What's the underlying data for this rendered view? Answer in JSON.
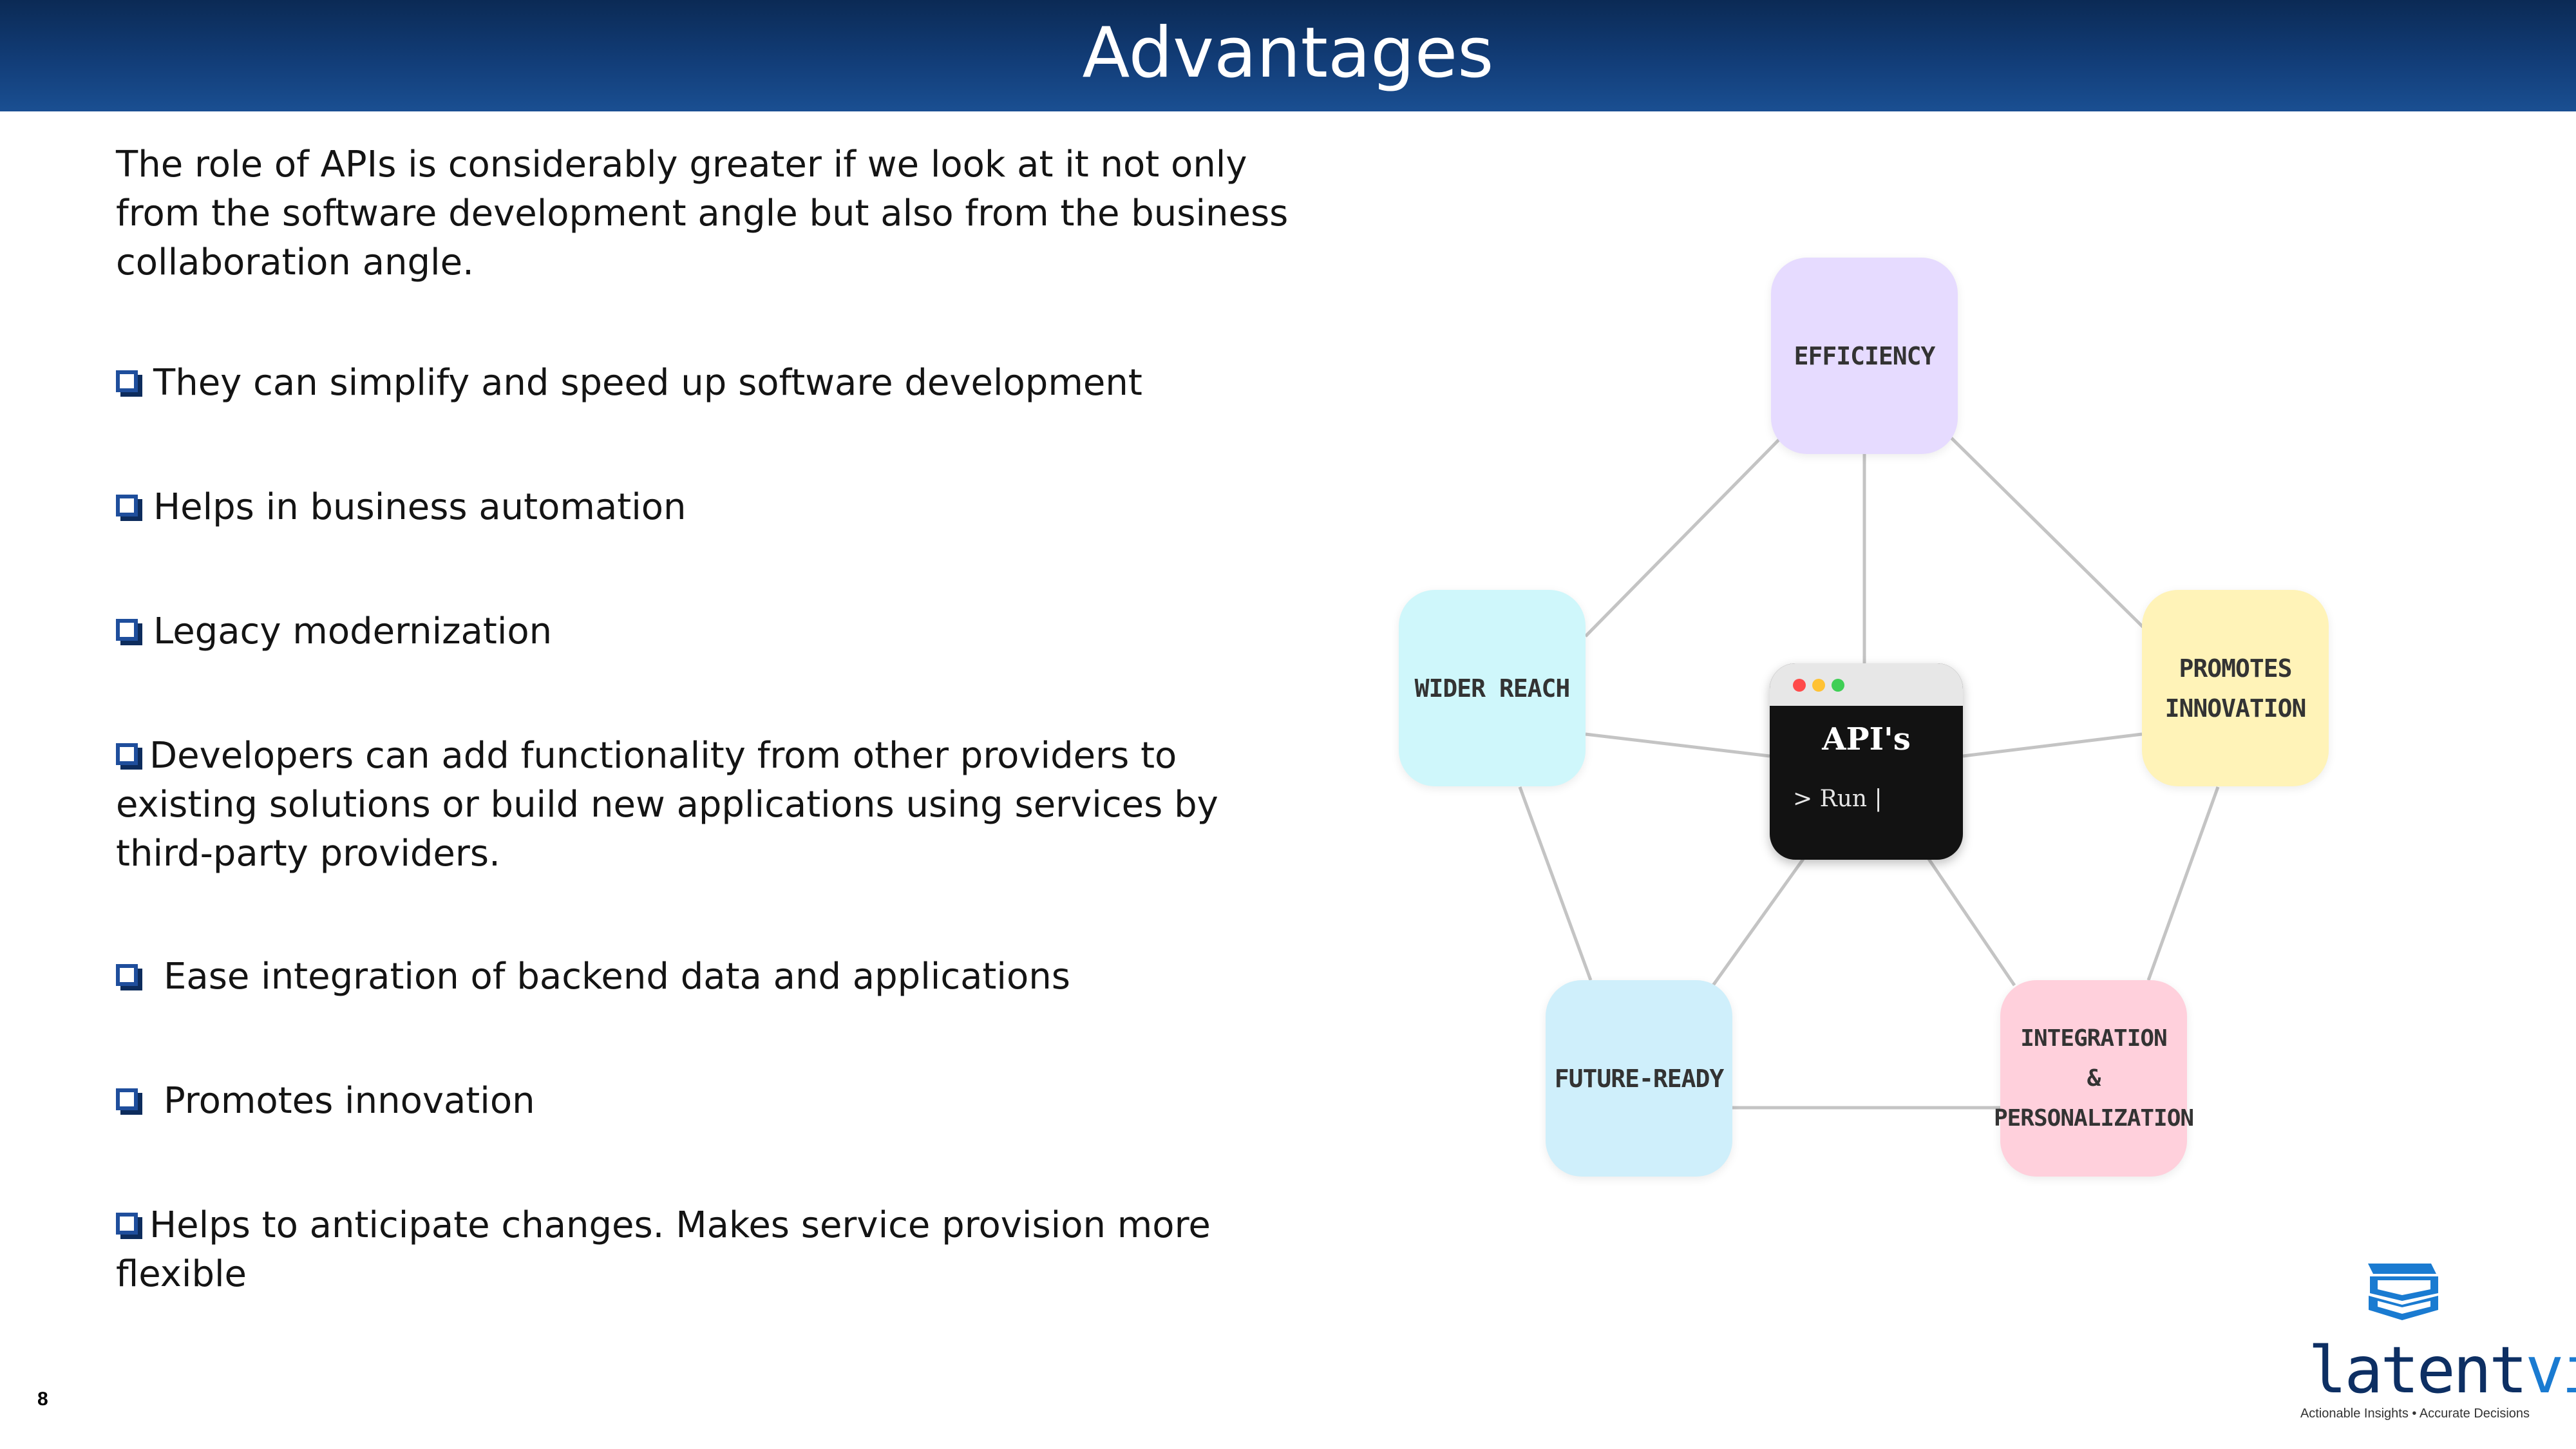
{
  "header": {
    "title": "Advantages"
  },
  "intro": "The role of APIs is considerably greater if we look at it not only from the software development angle but also from the business collaboration angle.",
  "bullets": [
    "They can simplify and speed up software development",
    "Helps in business automation",
    "Legacy modernization",
    "Developers can add functionality from other providers to existing solutions or build new applications using services by third-party providers.",
    "Ease integration of backend data and applications",
    "Promotes innovation",
    "Helps to anticipate changes. Makes service provision more flexible"
  ],
  "diagram": {
    "center": {
      "title": "API's",
      "command": "> Run |"
    },
    "nodes": [
      {
        "label": "EFFICIENCY",
        "color": "#e6dbff"
      },
      {
        "label": "WIDER REACH",
        "color": "#cff7fb"
      },
      {
        "label": "PROMOTES\nINNOVATION",
        "color": "#fff3b8"
      },
      {
        "label": "FUTURE-READY",
        "color": "#cfeffb"
      },
      {
        "label": "INTEGRATION\n&\nPERSONALIZATION",
        "color": "#ffd0dc"
      }
    ]
  },
  "logo": {
    "word_main": "latent",
    "word_accent": "view",
    "tagline": "Actionable Insights • Accurate Decisions"
  },
  "page_number": "8",
  "colors": {
    "header": "#123d78",
    "checkbox": "#1f4e9c"
  }
}
